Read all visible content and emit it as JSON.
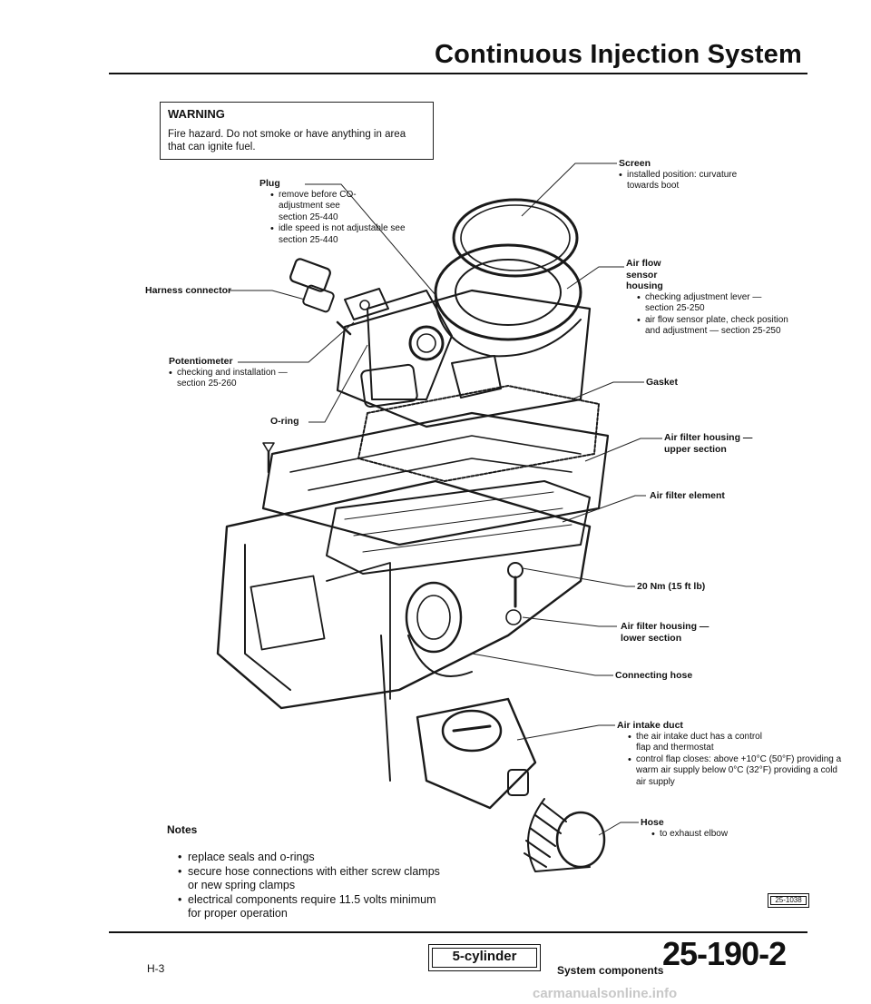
{
  "header": {
    "title": "Continuous Injection System"
  },
  "warning": {
    "title": "WARNING",
    "text": "Fire hazard. Do not smoke or have anything in area that can ignite fuel."
  },
  "callouts": {
    "plug": {
      "name": "Plug",
      "bullets": [
        "remove before CO-adjustment see section 25-440",
        "idle speed is not adjustable see section 25-440"
      ]
    },
    "harness_connector": {
      "name": "Harness connector"
    },
    "potentiometer": {
      "name": "Potentiometer",
      "bullets": [
        "checking and installation — section 25-260"
      ]
    },
    "o_ring": {
      "name": "O-ring"
    },
    "screen": {
      "name": "Screen",
      "bullets": [
        "installed position: curvature towards boot"
      ]
    },
    "air_flow_sensor_housing": {
      "name": "Air flow sensor housing",
      "bullets": [
        "checking adjustment lever — section 25-250",
        "air flow sensor plate, check position and adjustment — section 25-250"
      ]
    },
    "gasket": {
      "name": "Gasket"
    },
    "air_filter_upper": {
      "name": "Air filter housing — upper section"
    },
    "air_filter_element": {
      "name": "Air filter element"
    },
    "torque": {
      "name": "20 Nm (15 ft lb)"
    },
    "air_filter_lower": {
      "name": "Air filter housing — lower section"
    },
    "connecting_hose": {
      "name": "Connecting hose"
    },
    "air_intake_duct": {
      "name": "Air intake duct",
      "bullets": [
        "the air intake duct has a control flap and thermostat",
        "control flap closes: above +10°C (50°F) providing a warm air supply below 0°C (32°F) providing a cold air supply"
      ]
    },
    "hose": {
      "name": "Hose",
      "bullets": [
        "to exhaust elbow"
      ]
    }
  },
  "notes": {
    "title": "Notes",
    "items": [
      "replace seals and o-rings",
      "secure hose connections with either screw clamps or new spring clamps",
      "electrical components require 11.5 volts minimum for proper operation"
    ]
  },
  "figure_tag": "25-1038",
  "footer": {
    "page_code": "H-3",
    "model": "5-cylinder",
    "section_label": "System components",
    "section_number": "25-190-2",
    "watermark": "carmanualsonline.info"
  }
}
